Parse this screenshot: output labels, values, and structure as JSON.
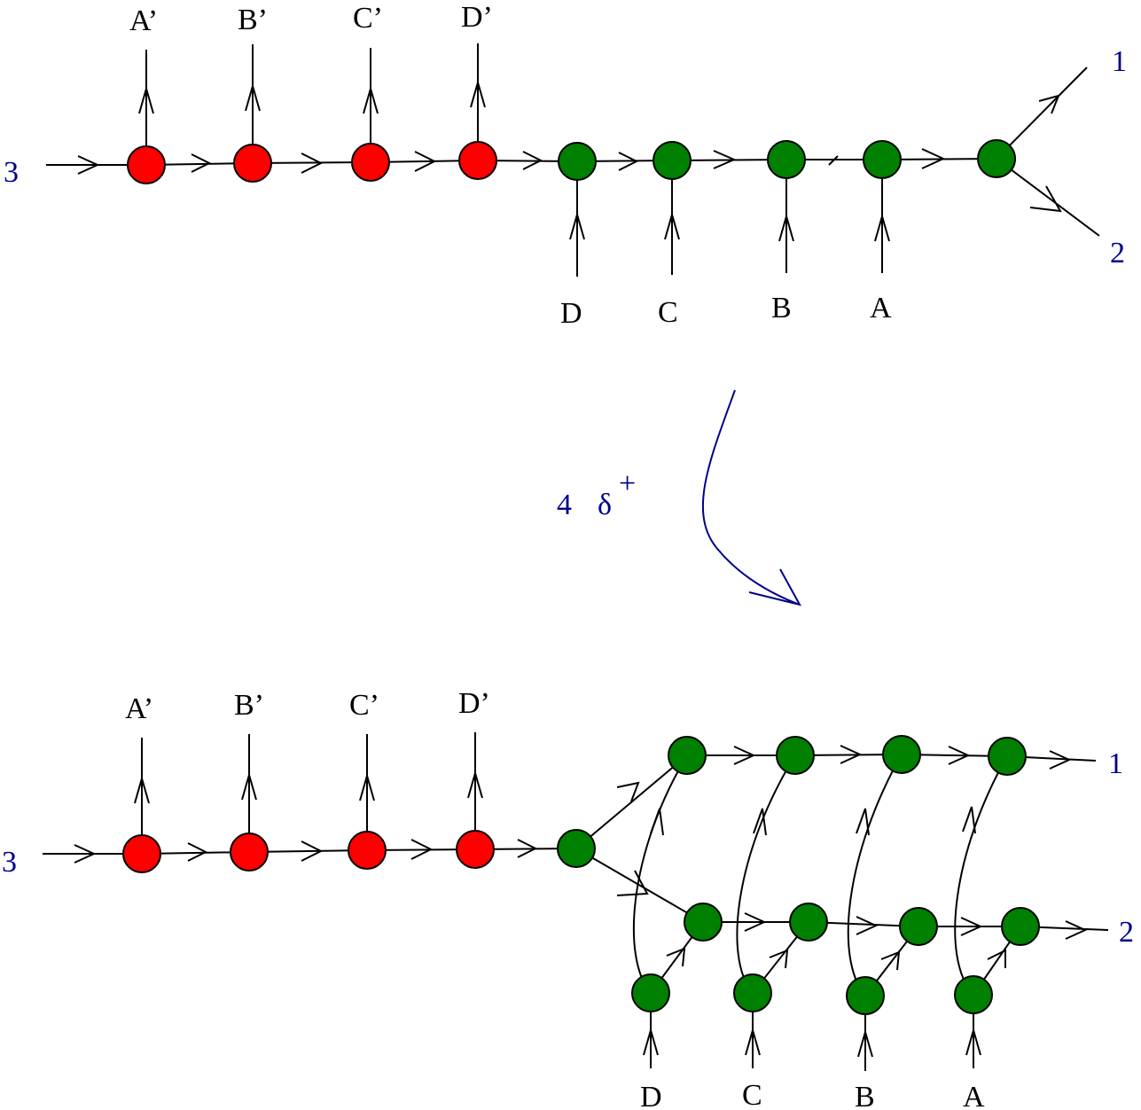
{
  "top": {
    "outgoing_labels": [
      "A’",
      "B’",
      "C’",
      "D’"
    ],
    "incoming_labels": [
      "D",
      "C",
      "B",
      "A"
    ],
    "input_leg": "3",
    "output_legs": [
      "1",
      "2"
    ]
  },
  "operation": {
    "multiplier": "4",
    "operator": "δ",
    "superscript": "+"
  },
  "bottom": {
    "outgoing_labels": [
      "A’",
      "B’",
      "C’",
      "D’"
    ],
    "incoming_labels": [
      "D",
      "C",
      "B",
      "A"
    ],
    "input_leg": "3",
    "output_legs": [
      "1",
      "2"
    ]
  },
  "colors": {
    "red_node": "#ff0000",
    "green_node": "#008000",
    "leg_label": "#00008b"
  }
}
